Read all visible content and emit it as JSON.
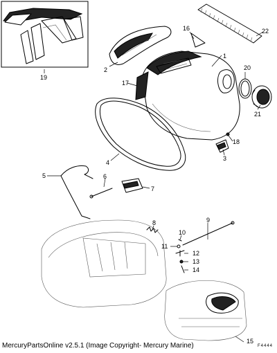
{
  "callouts": {
    "c1": "1",
    "c2": "2",
    "c3": "3",
    "c4": "4",
    "c5": "5",
    "c6": "6",
    "c7": "7",
    "c8": "8",
    "c9": "9",
    "c10": "10",
    "c11": "11",
    "c12": "12",
    "c13": "13",
    "c14": "14",
    "c15": "15",
    "c16": "16",
    "c17": "17",
    "c18": "18",
    "c19": "19",
    "c20": "20",
    "c21": "21",
    "c22": "22"
  },
  "footer": {
    "credit": "MercuryPartsOnline v2.5.1 (Image Copyright- Mercury Marine)",
    "corner_mark": "F4444"
  }
}
